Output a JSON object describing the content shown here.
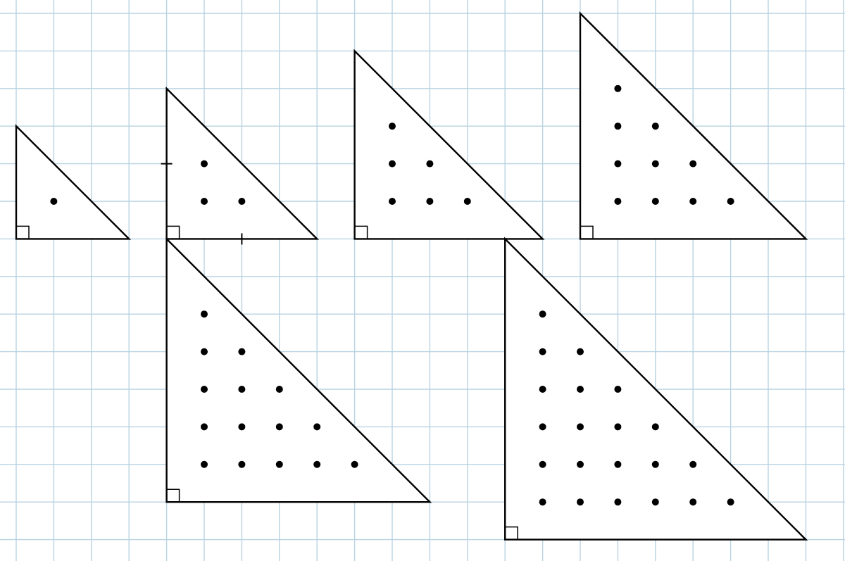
{
  "figure": {
    "background_color": "#ffffff",
    "grid_color": "#b9d3e2",
    "stroke_color": "#000000",
    "triangles": [
      {
        "id": "triangle-1",
        "legs": 3,
        "dot_rows": [
          1
        ]
      },
      {
        "id": "triangle-2",
        "legs": 4,
        "dot_rows": [
          1,
          2
        ],
        "tick_marks": true
      },
      {
        "id": "triangle-3",
        "legs": 5,
        "dot_rows": [
          1,
          2,
          3
        ]
      },
      {
        "id": "triangle-4",
        "legs": 6,
        "dot_rows": [
          1,
          2,
          3,
          4
        ]
      },
      {
        "id": "triangle-5",
        "legs": 7,
        "dot_rows": [
          1,
          2,
          3,
          4,
          5
        ]
      },
      {
        "id": "triangle-6",
        "legs": 8,
        "dot_rows": [
          1,
          2,
          3,
          4,
          5,
          6
        ]
      }
    ]
  }
}
